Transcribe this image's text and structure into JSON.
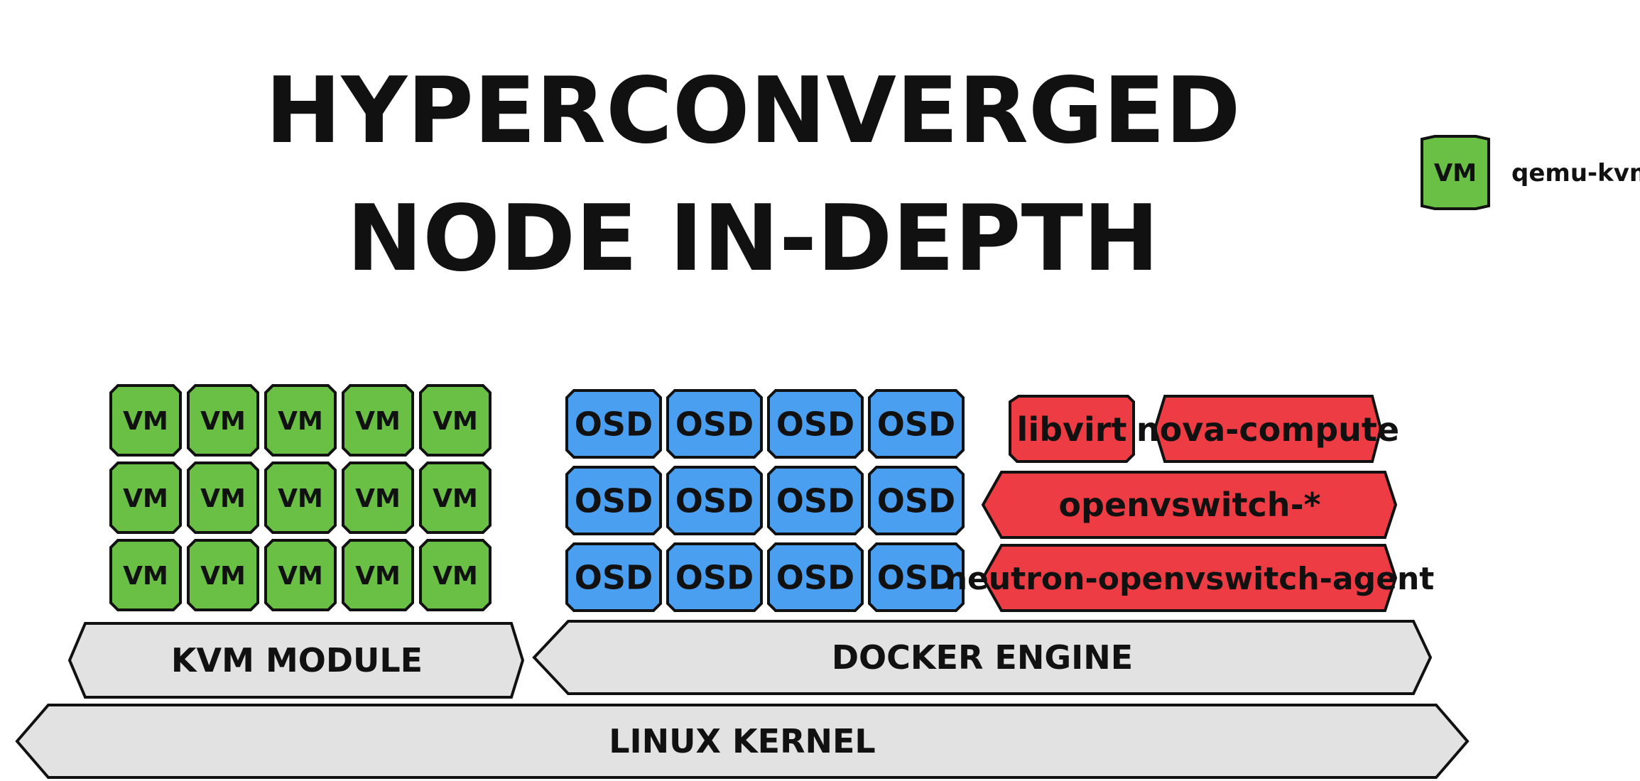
{
  "title": {
    "line1": "HYPERCONVERGED",
    "line2": "NODE IN-DEPTH"
  },
  "legend": {
    "box_label": "VM",
    "text": "qemu-kvm"
  },
  "vm_grid": {
    "label": "VM",
    "rows": 3,
    "cols": 5
  },
  "osd_grid": {
    "label": "OSD",
    "rows": 3,
    "cols": 4
  },
  "services": {
    "libvirt": "libvirt",
    "nova_compute": "nova-compute",
    "openvswitch": "openvswitch-*",
    "neutron_agent": "neutron-openvswitch-agent"
  },
  "layers": {
    "kvm_module": "KVM MODULE",
    "docker_engine": "DOCKER ENGINE",
    "linux_kernel": "LINUX KERNEL"
  },
  "colors": {
    "vm_green": "#6ac045",
    "osd_blue": "#4a9ff0",
    "service_red": "#ee3c44",
    "layer_gray": "#e2e2e2",
    "stroke": "#111111"
  }
}
